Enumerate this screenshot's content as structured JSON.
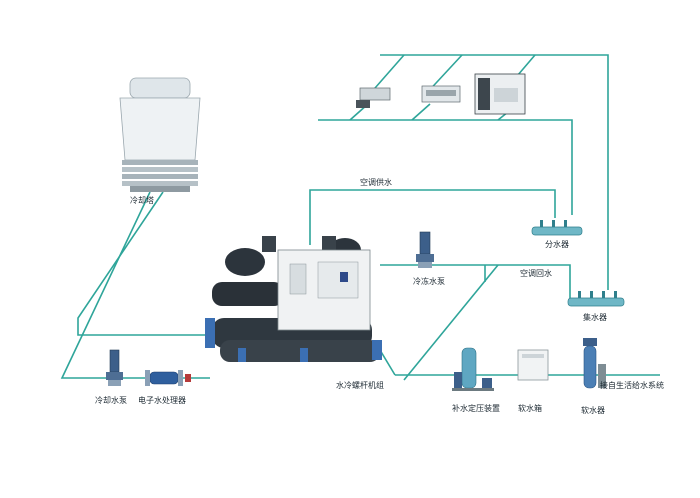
{
  "labels": {
    "cooling_tower": "冷却塔",
    "ac_supply": "空调供水",
    "ac_return": "空调回水",
    "water_distributor": "分水器",
    "water_collector": "集水器",
    "chilled_pump": "冷冻水泵",
    "cooling_pump": "冷却水泵",
    "electronic_treater": "电子水处理器",
    "chiller_unit": "水冷螺杆机组",
    "makeup_device": "补水定压装置",
    "softened_tank": "软水箱",
    "softener": "软水器",
    "domestic_supply": "接自生活给水系统"
  },
  "colors": {
    "pipe": "#2fa59a",
    "tower_body": "#e6ecef",
    "machine_dark": "#28303a",
    "panel": "#f2f4f5"
  }
}
